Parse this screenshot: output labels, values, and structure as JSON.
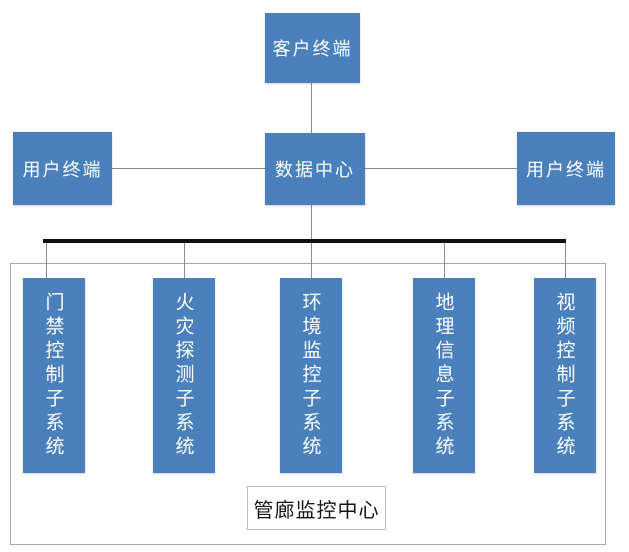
{
  "colors": {
    "node_fill": "#4A81BD",
    "node_text": "#FFFFFF",
    "connector_line": "#8C8C8C",
    "bus_bar": "#111111",
    "container_border": "#A8A8A8"
  },
  "nodes": {
    "client_terminal": "客户终端",
    "user_terminal_left": "用户终端",
    "data_center": "数据中心",
    "user_terminal_right": "用户终端",
    "container_label": "管廊监控中心",
    "subsystems": [
      {
        "label": "门禁控制子系统"
      },
      {
        "label": "火灾探测子系统"
      },
      {
        "label": "环境监控子系统"
      },
      {
        "label": "地理信息子系统"
      },
      {
        "label": "视频控制子系统"
      }
    ]
  }
}
